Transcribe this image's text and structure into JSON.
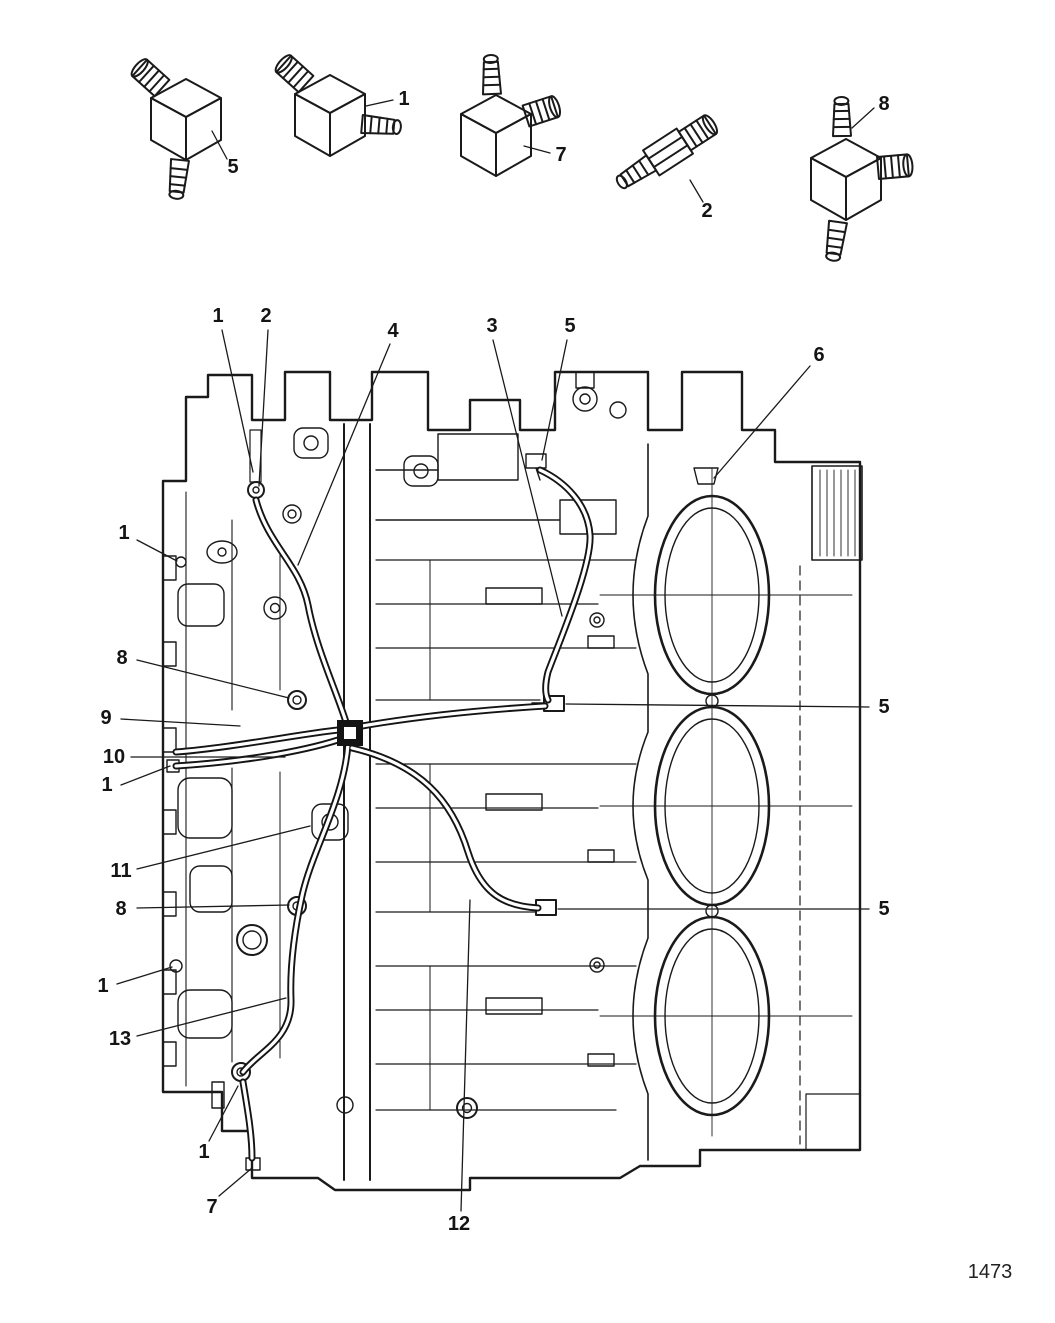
{
  "page": {
    "number": "1473"
  },
  "colors": {
    "ink": "#1a1a1a",
    "background": "#ffffff"
  },
  "fitting_labels": [
    {
      "label": "5"
    },
    {
      "label": "1"
    },
    {
      "label": "7"
    },
    {
      "label": "2"
    },
    {
      "label": "8"
    }
  ],
  "callouts": [
    {
      "label": "1"
    },
    {
      "label": "2"
    },
    {
      "label": "4"
    },
    {
      "label": "3"
    },
    {
      "label": "5"
    },
    {
      "label": "6"
    },
    {
      "label": "1"
    },
    {
      "label": "8"
    },
    {
      "label": "9"
    },
    {
      "label": "10"
    },
    {
      "label": "1"
    },
    {
      "label": "11"
    },
    {
      "label": "8"
    },
    {
      "label": "5"
    },
    {
      "label": "5"
    },
    {
      "label": "1"
    },
    {
      "label": "13"
    },
    {
      "label": "1"
    },
    {
      "label": "7"
    },
    {
      "label": "12"
    }
  ]
}
